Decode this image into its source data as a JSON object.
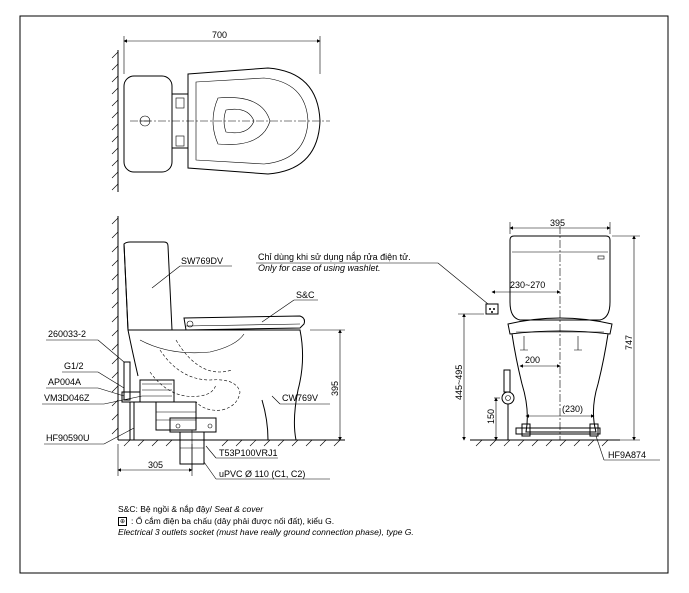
{
  "dimensions": {
    "top_width": "700",
    "side_height": "395",
    "side_offset": "305",
    "front_width": "395",
    "front_inner": "230~270",
    "front_height": "747",
    "front_seat": "445~495",
    "front_200": "200",
    "front_150": "150",
    "front_230": "(230)"
  },
  "parts": {
    "tank": "SW769DV",
    "seat": "S&C",
    "bowl": "CW769V",
    "p260033": "260033-2",
    "g12": "G1/2",
    "ap004a": "AP004A",
    "vm3d046z": "VM3D046Z",
    "hf90590u": "HF90590U",
    "t53p": "T53P100VRJ1",
    "upvc": "uPVC Ø 110 (C1, C2)",
    "hf9a874": "HF9A874"
  },
  "washlet_note": {
    "vi": "Chỉ dùng khi sử dụng nắp rửa điện tử.",
    "en": "Only for case of using washlet."
  },
  "notes": {
    "sc_prefix": "S&C: Bệ ngồi & nắp đậy/ ",
    "sc_en": "Seat & cover",
    "socket_symbol": "⊕",
    "socket_vi": ": Ổ cắm điện ba chấu (dây phải được nối đất), kiểu G.",
    "socket_en": "Electrical 3 outlets socket (must have really ground connection phase), type G."
  }
}
